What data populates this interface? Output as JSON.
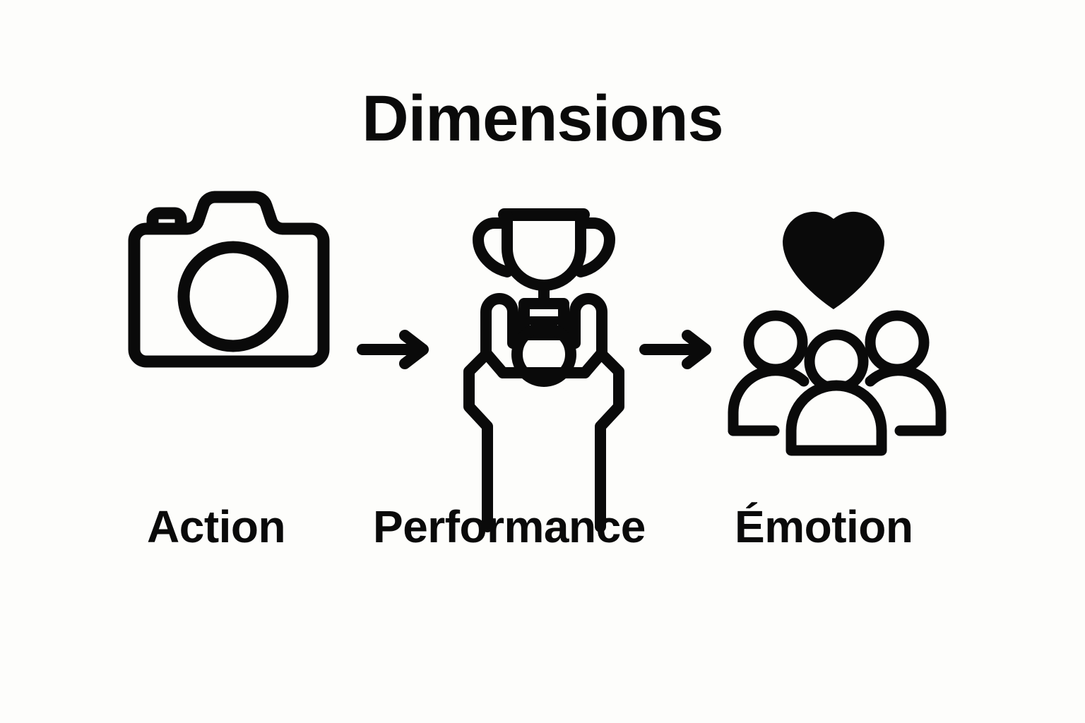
{
  "page": {
    "title": "Dimensions",
    "background_color": "#fdfdfb",
    "foreground_color": "#0a0a0a"
  },
  "diagram": {
    "type": "horizontal-flow",
    "direction": "left-to-right",
    "connector": "arrow",
    "stages": [
      {
        "id": "action",
        "label": "Action",
        "icon": "camera-icon",
        "icon_style": "outline"
      },
      {
        "id": "performance",
        "label": "Performance",
        "icon": "trophy-held-up-icon",
        "icon_style": "outline"
      },
      {
        "id": "emotion",
        "label": "Émotion",
        "icon": "heart-over-people-group-icon",
        "icon_style": "outline-with-filled-heart"
      }
    ],
    "arrows": [
      {
        "id": "arrow-action-to-performance",
        "glyph": "arrow-right-icon"
      },
      {
        "id": "arrow-performance-to-emotion",
        "glyph": "arrow-right-icon"
      }
    ]
  }
}
